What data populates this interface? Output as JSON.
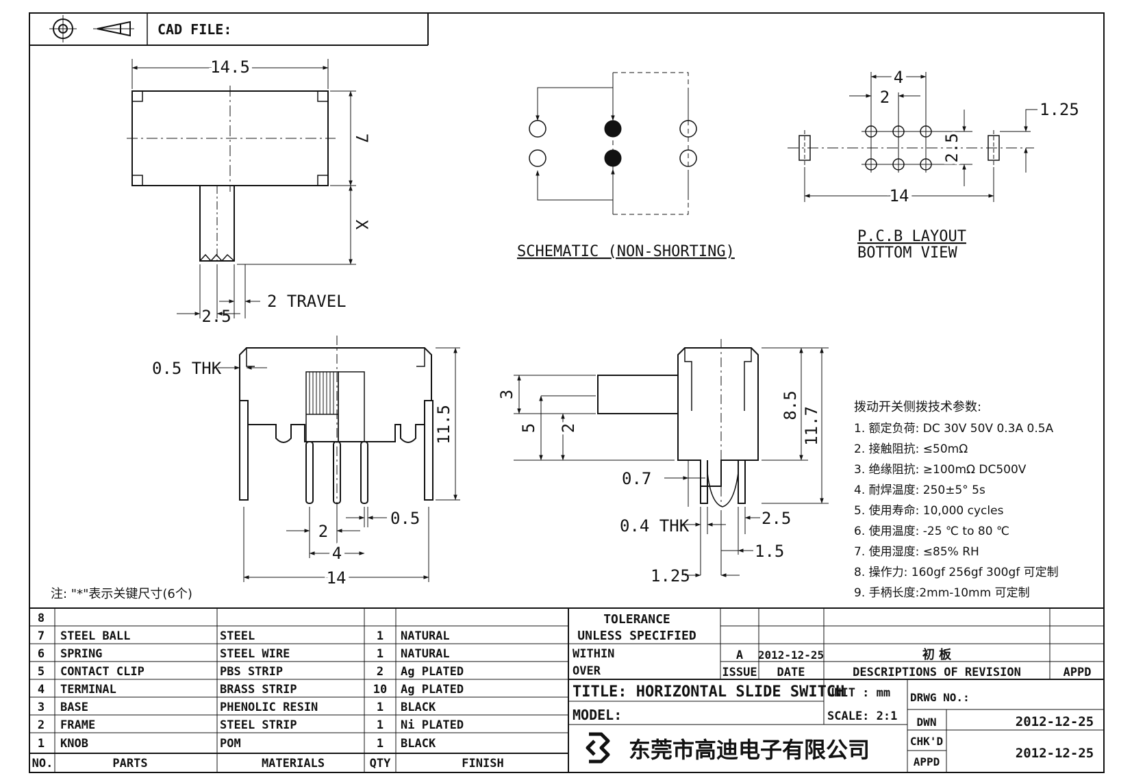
{
  "header": {
    "cad_file_label": "CAD FILE:"
  },
  "icons": [
    "projection-symbol-icon",
    "company-logo-icon"
  ],
  "top_view": {
    "width_dim": "14.5",
    "height_dim": "7",
    "knob_dim": "X",
    "knob_width_dim": "2.5",
    "travel_label": "2 TRAVEL"
  },
  "schematic": {
    "label": "SCHEMATIC (NON-SHORTING)"
  },
  "pcb": {
    "title": "P.C.B LAYOUT",
    "subtitle": "BOTTOM VIEW",
    "dim_4": "4",
    "dim_2": "2",
    "dim_125": "1.25",
    "dim_25": "2.5",
    "dim_14": "14"
  },
  "front_view": {
    "thk": "0.5 THK",
    "height": "11.5",
    "pitch2": "2",
    "pitch4": "4",
    "pin05": "0.5",
    "width14": "14"
  },
  "side_view": {
    "d3": "3",
    "d5": "5",
    "d2": "2",
    "d85": "8.5",
    "d117": "11.7",
    "d07": "0.7",
    "thk": "0.4 THK",
    "d25": "2.5",
    "d15": "1.5",
    "d125": "1.25"
  },
  "note": "注: \"*\"表示关键尺寸(6个)",
  "specs": {
    "title": "拨动开关侧拨技术参数:",
    "items": [
      "1.  额定负荷: DC 30V    50V    0.3A    0.5A",
      "2.  接触阻抗: ≤50mΩ",
      "3.  绝缘阻抗: ≥100mΩ  DC500V",
      "4.  耐焊温度: 250±5° 5s",
      "5.  使用寿命: 10,000 cycles",
      "6.  使用温度: -25 ℃ to 80 ℃",
      "7.  使用湿度: ≤85% RH",
      "8.  操作力: 160gf    256gf    300gf  可定制",
      "9.  手柄长度:2mm-10mm  可定制"
    ]
  },
  "bom": {
    "header": [
      "NO.",
      "PARTS",
      "MATERIALS",
      "QTY",
      "FINISH"
    ],
    "rows": [
      [
        "8",
        "",
        "",
        "",
        ""
      ],
      [
        "7",
        "STEEL BALL",
        "STEEL",
        "1",
        "NATURAL"
      ],
      [
        "6",
        "SPRING",
        "STEEL WIRE",
        "1",
        "NATURAL"
      ],
      [
        "5",
        "CONTACT CLIP",
        "PBS STRIP",
        "2",
        "Ag PLATED"
      ],
      [
        "4",
        "TERMINAL",
        "BRASS STRIP",
        "10",
        "Ag PLATED"
      ],
      [
        "3",
        "BASE",
        "PHENOLIC RESIN",
        "1",
        "BLACK"
      ],
      [
        "2",
        "FRAME",
        "STEEL STRIP",
        "1",
        "Ni PLATED"
      ],
      [
        "1",
        "KNOB",
        "POM",
        "1",
        "BLACK"
      ]
    ]
  },
  "title_block": {
    "tolerance": "TOLERANCE",
    "unless": "UNLESS   SPECIFIED",
    "within": "WITHIN",
    "over": "OVER",
    "issue_value": "A",
    "issue_date": "2012-12-25",
    "issue_label": "ISSUE",
    "date_label": "DATE",
    "revision_value": "初 板",
    "revision_label": "DESCRIPTIONS OF REVISION",
    "appd_header": "APPD",
    "title": "TITLE: HORIZONTAL SLIDE SWITCH",
    "unit": "UNIT : mm",
    "drwg": "DRWG NO.:",
    "model": "MODEL:",
    "scale": "SCALE: 2:1",
    "dwn": "DWN",
    "dwn_date": "2012-12-25",
    "chkd": "CHK'D",
    "appd": "APPD",
    "appd_date": "2012-12-25",
    "company": "东莞市高迪电子有限公司"
  }
}
